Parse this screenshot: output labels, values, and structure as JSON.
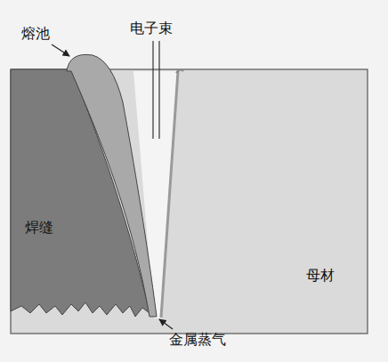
{
  "diagram": {
    "labels": [
      "熔池",
      "电子束",
      "焊缝",
      "母材",
      "金属蒸气"
    ]
  }
}
